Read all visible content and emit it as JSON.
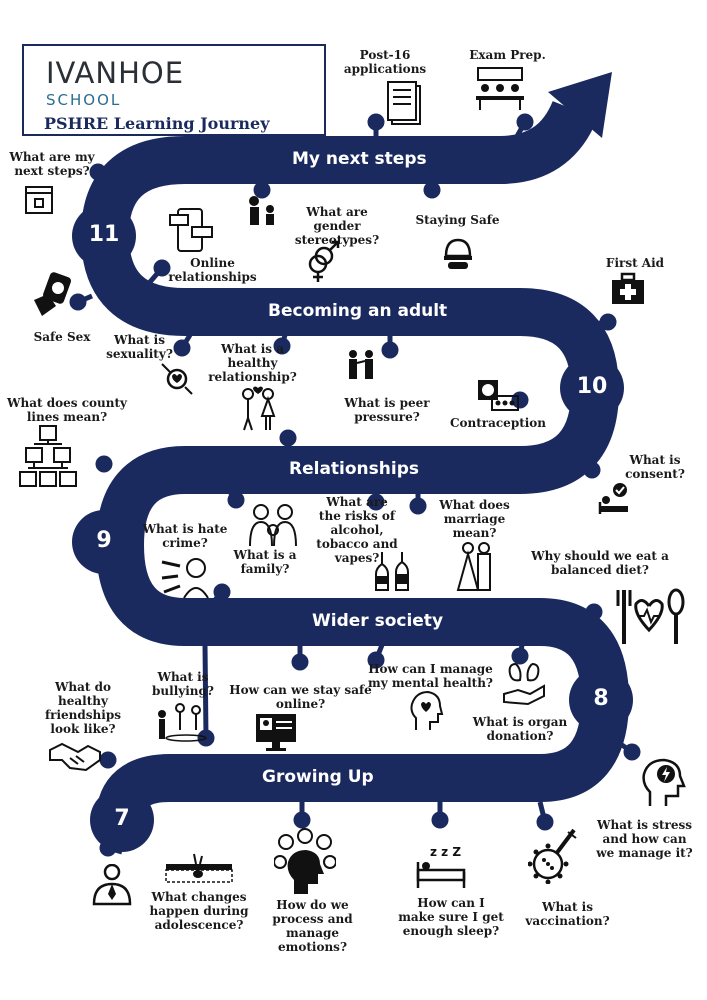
{
  "header": {
    "school_name": "IVANHOE",
    "school_sub": "SCHOOL",
    "title": "PSHRE Learning Journey"
  },
  "colors": {
    "road": "#1b2a5e",
    "text": "#1a1a1a"
  },
  "stages": [
    {
      "year": "7",
      "title": "Growing Up"
    },
    {
      "year": "8",
      "title": "Wider society"
    },
    {
      "year": "9",
      "title": "Relationships"
    },
    {
      "year": "10",
      "title": "Becoming an adult"
    },
    {
      "year": "11",
      "title": "My next steps"
    }
  ],
  "topics": {
    "post16": "Post-16\napplications",
    "exam_prep": "Exam Prep.",
    "next_steps_q": "What are my\nnext steps?",
    "gender": "What are gender\nstereotypes?",
    "staying_safe": "Staying Safe",
    "online_rel": "Online\nrelationships",
    "first_aid": "First Aid",
    "safe_sex": "Safe Sex",
    "sexuality": "What is\nsexuality?",
    "healthy_rel": "What is a\nhealthy\nrelationship?",
    "peer_pressure": "What is peer\npressure?",
    "contraception": "Contraception",
    "county_lines": "What does county\nlines mean?",
    "consent": "What is\nconsent?",
    "hate_crime": "What is hate\ncrime?",
    "family": "What is a\nfamily?",
    "risks": "What are\nthe risks of\nalcohol,\ntobacco and\nvapes?",
    "marriage": "What does\nmarriage\nmean?",
    "balanced_diet": "Why should we eat a\nbalanced diet?",
    "friendships": "What do\nhealthy\nfriendships\nlook like?",
    "bullying": "What is\nbullying?",
    "safe_online": "How can we stay safe\nonline?",
    "mental_health": "How can I manage\nmy mental health?",
    "organ": "What is organ\ndonation?",
    "stress": "What is stress\nand how can\nwe manage it?",
    "adolescence": "What changes\nhappen during\nadolescence?",
    "emotions": "How do we\nprocess and\nmanage emotions?",
    "sleep": "How can I\nmake sure I get\nenough sleep?",
    "vaccination": "What is vaccination?"
  }
}
